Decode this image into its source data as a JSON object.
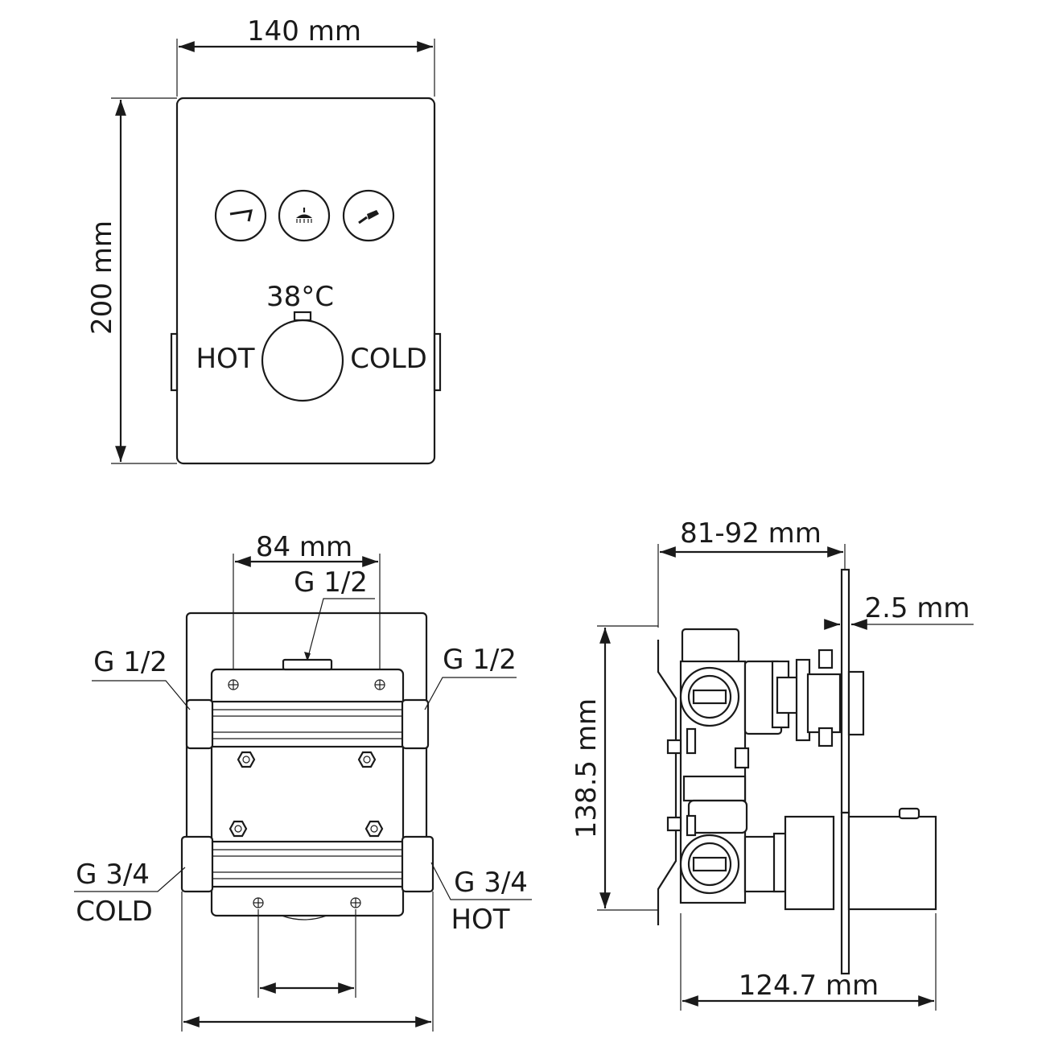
{
  "front_view": {
    "width_label": "140 mm",
    "height_label": "200 mm",
    "temperature_label": "38°C",
    "hot_label": "HOT",
    "cold_label": "COLD",
    "outlet_icons": [
      "spout-icon",
      "overhead-shower-icon",
      "hand-shower-icon"
    ]
  },
  "rear_view": {
    "spacing_label": "84 mm",
    "top_outlet_label": "G 1/2",
    "left_outlet_label": "G 1/2",
    "right_outlet_label": "G 1/2",
    "cold_inlet_thread": "G 3/4",
    "cold_inlet_label": "COLD",
    "hot_inlet_thread": "G 3/4",
    "hot_inlet_label": "HOT"
  },
  "side_view": {
    "depth_label": "81-92 mm",
    "plate_thickness_label": "2.5 mm",
    "height_label": "138.5 mm",
    "total_depth_label": "124.7 mm"
  }
}
